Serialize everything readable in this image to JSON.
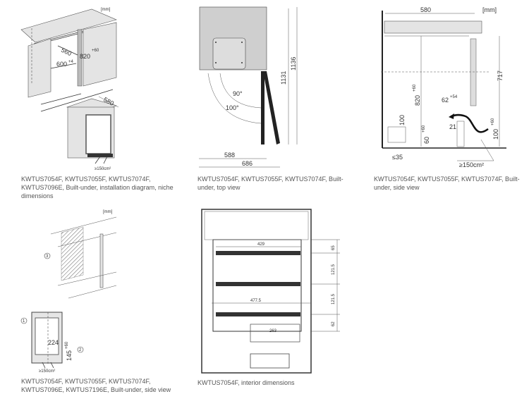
{
  "panels": [
    {
      "caption": "KWTUS7054F, KWTUS7055F, KWTUS7074F, KWTUS7096E, Built-under, installation diagram, niche dimensions",
      "labels": {
        "unit": "[mm]",
        "depth": "560",
        "height": "820",
        "height_tol": "+60",
        "width": "600",
        "width_tol": "+4",
        "appliance_depth": "580",
        "vent": "≥150cm²"
      }
    },
    {
      "caption": "KWTUS7054F, KWTUS7055F, KWTUS7074F, Built-under, top view",
      "labels": {
        "angle1": "90°",
        "angle2": "100°",
        "dim1": "1131",
        "dim2": "1136",
        "dim3": "588",
        "dim4": "686"
      }
    },
    {
      "caption": "KWTUS7054F, KWTUS7055F, KWTUS7074F, Built-under, side view",
      "labels": {
        "width": "580",
        "unit": "[mm]",
        "h717": "717",
        "h820": "820",
        "h820_tol": "+60",
        "d62": "62",
        "d62_tol": "+54",
        "h100": "100",
        "d21": "21",
        "h60": "60",
        "h60_tol": "+60",
        "h100b": "100",
        "h100b_tol": "+60",
        "d35": "≤35",
        "vent": "≥150cm²"
      }
    },
    {
      "caption": "KWTUS7054F, KWTUS7055F, KWTUS7074F, KWTUS7096E, KWTUS7196E, Built-under, side view",
      "labels": {
        "unit": "[mm]",
        "callout3": "3",
        "callout1": "1",
        "callout2": "2",
        "d224": "224",
        "h145": "145",
        "h145_tol": "+60",
        "vent": "≥150cm²"
      }
    },
    {
      "caption": "KWTUS7054F, interior dimensions",
      "labels": {
        "w429": "429",
        "w477": "477.5",
        "w263": "263",
        "h65": "65",
        "h121a": "121.5",
        "h121b": "121.5",
        "h62": "62"
      }
    }
  ]
}
